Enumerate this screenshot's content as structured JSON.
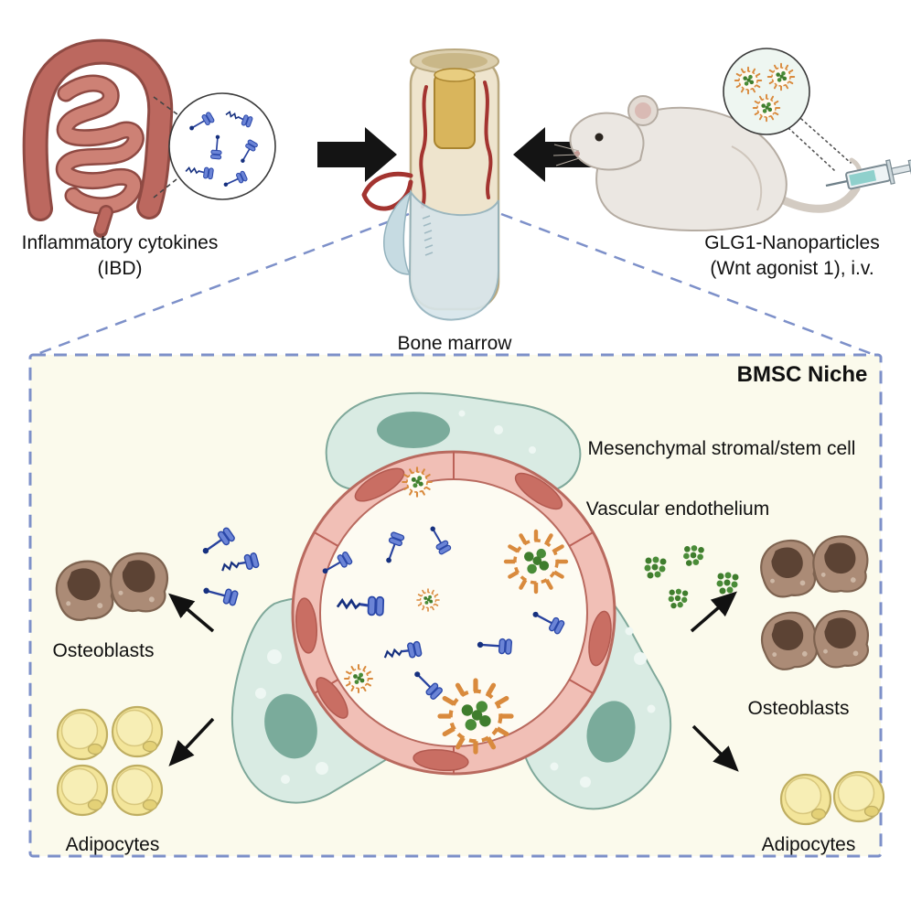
{
  "figure": {
    "top": {
      "inflammatory_label_line1": "Inflammatory cytokines",
      "inflammatory_label_line2": "(IBD)",
      "bone_marrow_label": "Bone marrow",
      "nanoparticle_label_line1": "GLG1-Nanoparticles",
      "nanoparticle_label_line2": "(Wnt agonist 1), i.v."
    },
    "niche": {
      "title": "BMSC Niche",
      "mesenchymal_label": "Mesenchymal stromal/stem cell",
      "vascular_label": "Vascular endothelium",
      "left_osteoblasts_label": "Osteoblasts",
      "left_adipocytes_label": "Adipocytes",
      "right_osteoblasts_label": "Osteoblasts",
      "right_adipocytes_label": "Adipocytes"
    },
    "colors": {
      "panel_background": "#fbfaec",
      "panel_border": "#7d90c9",
      "cytokine_blue": "#3a55b4",
      "nanoparticle_orange": "#d98a3d",
      "payload_green": "#3f7d2d",
      "vessel_pink": "#f1bfb6",
      "stromal_teal": "#d9ebe3",
      "osteoblast_brown": "#ab8b76",
      "adipocyte_yellow": "#f3e59a"
    }
  }
}
